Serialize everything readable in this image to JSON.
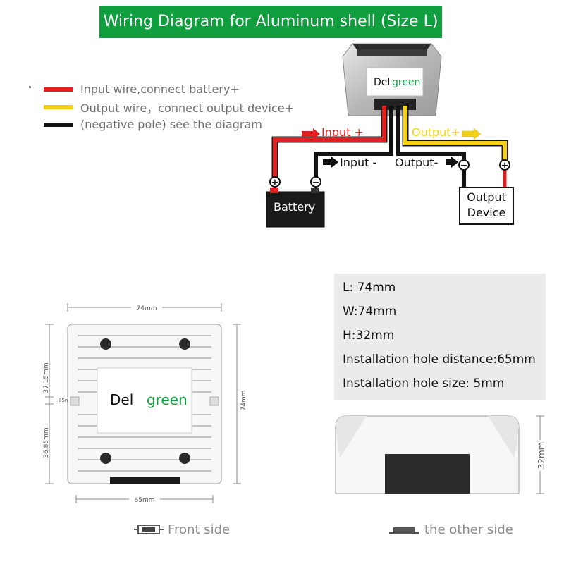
{
  "title": "Wiring Diagram for  Aluminum shell (Size L)",
  "colors": {
    "banner": "#0f9d3e",
    "red_wire": "#e02020",
    "yellow_wire": "#f2d21a",
    "black_wire": "#111111",
    "spec_bg": "#ebebeb"
  },
  "legend": [
    {
      "color": "#e02020",
      "text": "Input wire,connect battery+"
    },
    {
      "color": "#f2d21a",
      "text": "Output wire，connect  output device+"
    },
    {
      "color": "#111111",
      "text": "(negative pole) see the diagram"
    }
  ],
  "wiring": {
    "brand": {
      "prefix": "Del",
      "suffix": "green"
    },
    "input_plus": "Input +",
    "output_plus": "Output+",
    "input_minus": "Input -",
    "output_minus": "Output-",
    "battery": "Battery",
    "output_device_line1": "Output",
    "output_device_line2": "Device",
    "plus_symbol": "+",
    "minus_symbol": "−"
  },
  "front": {
    "width_dim": "74mm",
    "hole_dim": "65mm",
    "top_dim": "37.15mm",
    "bottom_dim": "36.85mm",
    "mid_dim": "05mm",
    "height_dim": "74mm",
    "brand": {
      "prefix": "Del",
      "suffix": "green"
    }
  },
  "specs": [
    "L: 74mm",
    "W:74mm",
    "H:32mm",
    "Installation hole distance:65mm",
    "Installation hole size: 5mm"
  ],
  "side": {
    "height_dim": "32mm"
  },
  "captions": {
    "front": "Front side",
    "other": "the other side"
  }
}
